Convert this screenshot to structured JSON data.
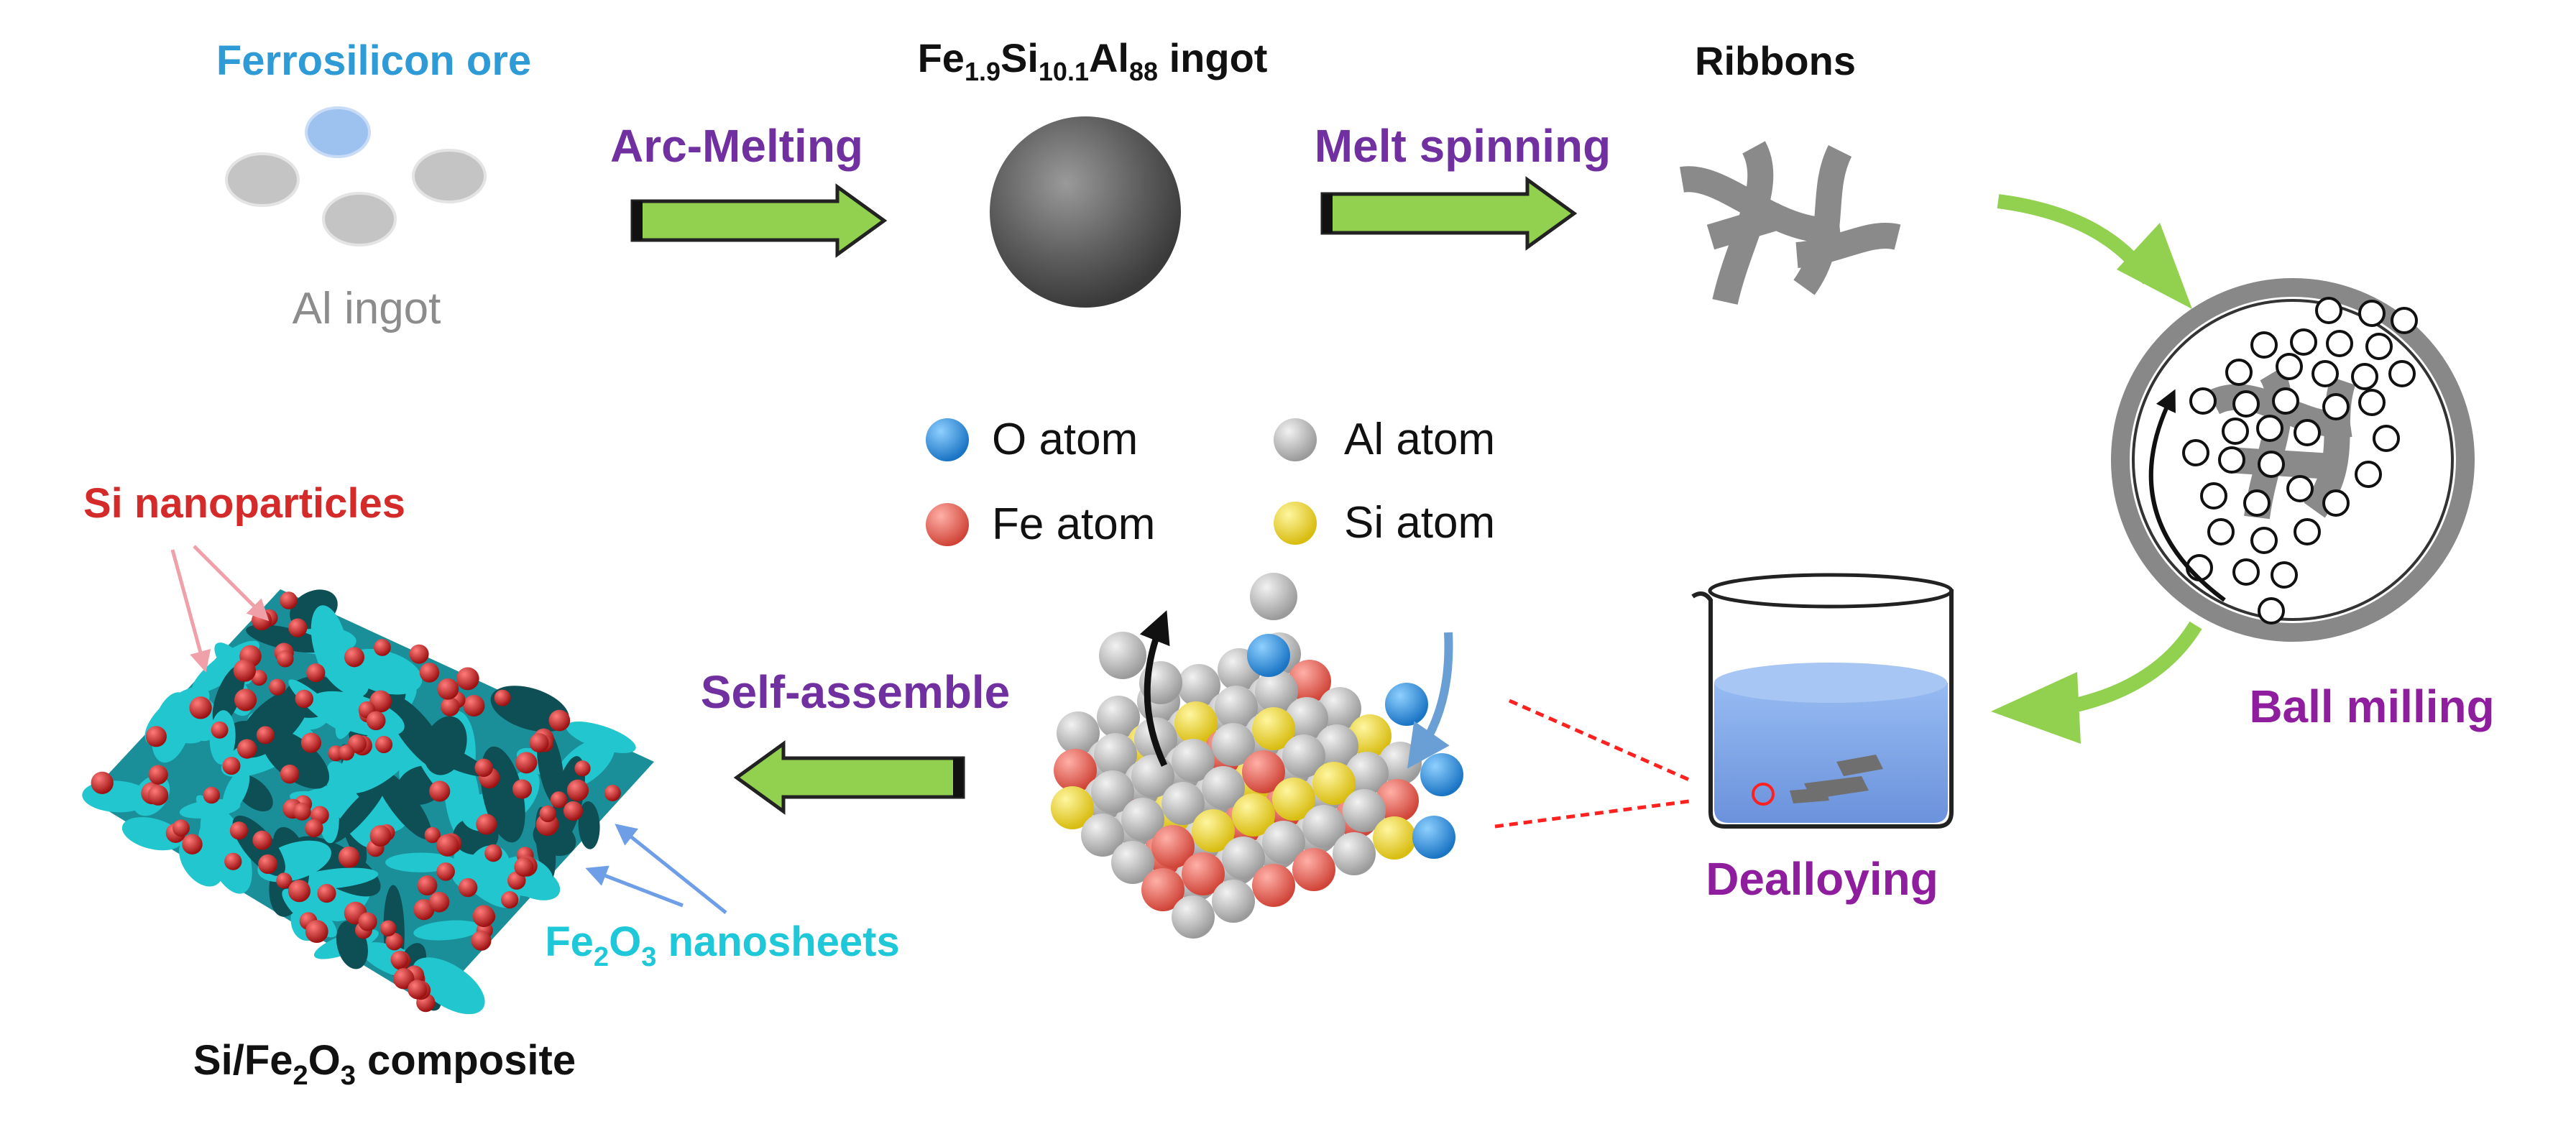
{
  "labels": {
    "ferrosilicon_ore": "Ferrosilicon ore",
    "al_ingot": "Al ingot",
    "ingot_parts": [
      "Fe",
      "1.9",
      "Si",
      "10.1",
      "Al",
      "88",
      " ingot"
    ],
    "ribbons": "Ribbons",
    "arc_melting": "Arc-Melting",
    "melt_spinning": "Melt spinning",
    "ball_milling": "Ball milling",
    "dealloying": "Dealloying",
    "self_assemble": "Self-assemble",
    "si_nanoparticles": "Si nanoparticles",
    "nanosheets_parts": [
      "Fe",
      "2",
      "O",
      "3",
      " nanosheets"
    ],
    "composite_parts": [
      "Si/Fe",
      "2",
      "O",
      "3",
      " composite"
    ]
  },
  "legend": [
    {
      "label": "O atom",
      "color": "#2f8fd8"
    },
    {
      "label": "Al atom",
      "color": "#b9b9b9"
    },
    {
      "label": "Fe atom",
      "color": "#e05a52"
    },
    {
      "label": "Si atom",
      "color": "#efd52a"
    }
  ],
  "colors": {
    "process_text": "#7030a0",
    "ore_text": "#2e9ad6",
    "al_text": "#8c8c8c",
    "nanoparticle_text": "#d42a2a",
    "nanosheet_text": "#1ec8d8",
    "arrow_green": "#92d050",
    "sheet_cyan": "#22c6cf",
    "particle_red": "#c21e1e",
    "water_blue": "#6f9ee8"
  }
}
